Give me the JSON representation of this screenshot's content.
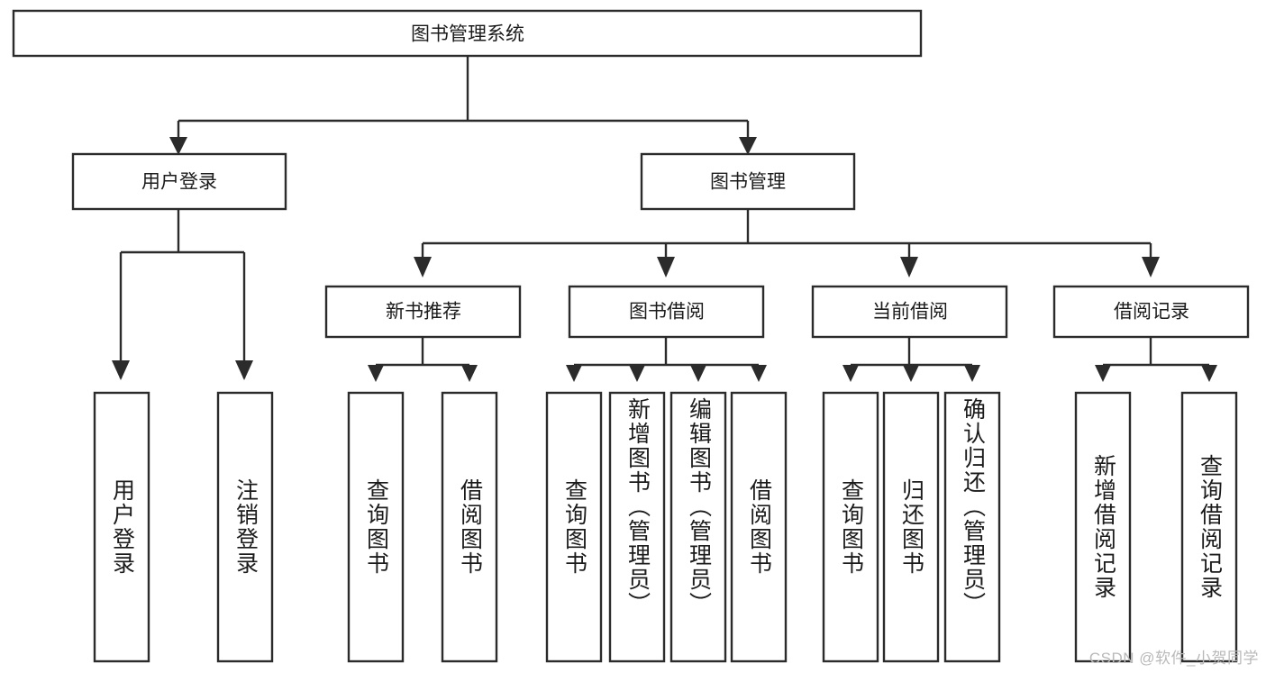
{
  "diagram": {
    "type": "tree-hierarchy",
    "title": "图书管理系统",
    "watermark": "CSDN @软件_小贺同学",
    "colors": {
      "stroke": "#2b2b2b",
      "fill": "#ffffff",
      "text": "#1b1b1b",
      "watermark": "#b9b9b9"
    },
    "nodes": {
      "root": {
        "label": "图书管理系统",
        "orientation": "horizontal"
      },
      "level2": [
        {
          "id": "user-login",
          "label": "用户登录",
          "orientation": "horizontal"
        },
        {
          "id": "book-management",
          "label": "图书管理",
          "orientation": "horizontal"
        }
      ],
      "level3": [
        {
          "id": "new-book-recommend",
          "label": "新书推荐",
          "orientation": "horizontal"
        },
        {
          "id": "book-borrow",
          "label": "图书借阅",
          "orientation": "horizontal"
        },
        {
          "id": "current-borrow",
          "label": "当前借阅",
          "orientation": "horizontal"
        },
        {
          "id": "borrow-record",
          "label": "借阅记录",
          "orientation": "horizontal"
        }
      ],
      "leaves": [
        {
          "id": "leaf-user-login",
          "label": "用户登录",
          "orientation": "vertical",
          "parent": "user-login"
        },
        {
          "id": "leaf-user-logout",
          "label": "注销登录",
          "orientation": "vertical",
          "parent": "user-login"
        },
        {
          "id": "leaf-query-book-1",
          "label": "查询图书",
          "orientation": "vertical",
          "parent": "new-book-recommend"
        },
        {
          "id": "leaf-borrow-book-1",
          "label": "借阅图书",
          "orientation": "vertical",
          "parent": "new-book-recommend"
        },
        {
          "id": "leaf-query-book-2",
          "label": "查询图书",
          "orientation": "vertical",
          "parent": "book-borrow"
        },
        {
          "id": "leaf-add-book",
          "label": "新增图书（管理员）",
          "orientation": "vertical",
          "parent": "book-borrow"
        },
        {
          "id": "leaf-edit-book",
          "label": "编辑图书（管理员）",
          "orientation": "vertical",
          "parent": "book-borrow"
        },
        {
          "id": "leaf-borrow-book-2",
          "label": "借阅图书",
          "orientation": "vertical",
          "parent": "book-borrow"
        },
        {
          "id": "leaf-query-book-3",
          "label": "查询图书",
          "orientation": "vertical",
          "parent": "current-borrow"
        },
        {
          "id": "leaf-return-book",
          "label": "归还图书",
          "orientation": "vertical",
          "parent": "current-borrow"
        },
        {
          "id": "leaf-confirm-return",
          "label": "确认归还（管理员）",
          "orientation": "vertical",
          "parent": "current-borrow"
        },
        {
          "id": "leaf-add-record",
          "label": "新增借阅记录",
          "orientation": "vertical",
          "parent": "borrow-record"
        },
        {
          "id": "leaf-query-record",
          "label": "查询借阅记录",
          "orientation": "vertical",
          "parent": "borrow-record"
        }
      ]
    }
  }
}
